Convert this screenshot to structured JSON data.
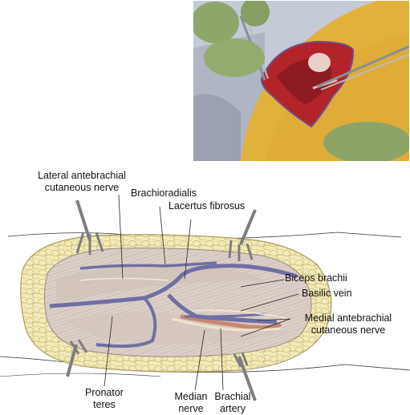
{
  "photo": {
    "alt": "Intraoperative photograph of antecubital fossa exposure"
  },
  "labels": {
    "lateral_antebrachial_l1": "Lateral antebrachial",
    "lateral_antebrachial_l2": "cutaneous nerve",
    "brachioradialis": "Brachioradialis",
    "lacertus_fibrosus": "Lacertus fibrosus",
    "biceps_brachii": "Biceps brachii",
    "basilic_vein": "Basilic vein",
    "medial_antebrachial_l1": "Medial antebrachial",
    "medial_antebrachial_l2": "cutaneous nerve",
    "pronator_teres_l1": "Pronator",
    "pronator_teres_l2": "teres",
    "median_nerve_l1": "Median",
    "median_nerve_l2": "nerve",
    "brachial_artery_l1": "Brachial",
    "brachial_artery_l2": "artery"
  },
  "colors": {
    "skin": "#e6b53a",
    "wound": "#b5242a",
    "glove": "#8fa86a",
    "drape": "#aab4c4",
    "fat": "#f1e7b4",
    "fat_outline": "#b9ab6c",
    "muscle": "#d9cbc4",
    "vein": "#6e6fa4",
    "artery": "#c9866f",
    "retractor": "#8d8d8d",
    "leader": "#222222"
  }
}
